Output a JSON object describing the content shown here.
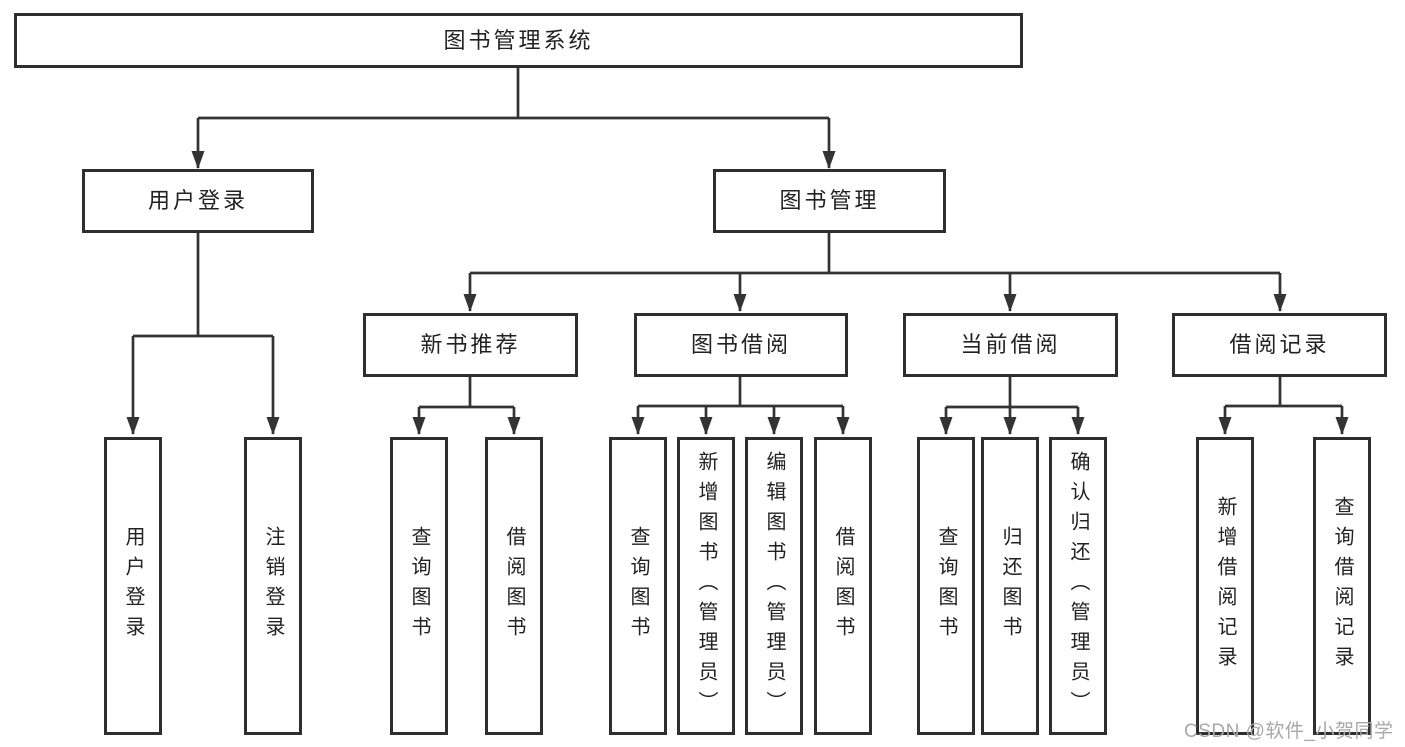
{
  "diagram": {
    "root": {
      "label": "图书管理系统",
      "children": [
        {
          "label": "用户登录",
          "children": [
            {
              "label": "用户登录"
            },
            {
              "label": "注销登录"
            }
          ]
        },
        {
          "label": "图书管理",
          "children": [
            {
              "label": "新书推荐",
              "children": [
                {
                  "label": "查询图书"
                },
                {
                  "label": "借阅图书"
                }
              ]
            },
            {
              "label": "图书借阅",
              "children": [
                {
                  "label": "查询图书"
                },
                {
                  "label": "新增图书（管理员）"
                },
                {
                  "label": "编辑图书（管理员）"
                },
                {
                  "label": "借阅图书"
                }
              ]
            },
            {
              "label": "当前借阅",
              "children": [
                {
                  "label": "查询图书"
                },
                {
                  "label": "归还图书"
                },
                {
                  "label": "确认归还（管理员）"
                }
              ]
            },
            {
              "label": "借阅记录",
              "children": [
                {
                  "label": "新增借阅记录"
                },
                {
                  "label": "查询借阅记录"
                }
              ]
            }
          ]
        }
      ]
    },
    "colors": {
      "line": "#333333",
      "box_border": "#2e2e2e",
      "text": "#222222",
      "background": "#ffffff",
      "watermark": "#a8a8a8"
    }
  },
  "watermark": {
    "text": "CSDN @软件_小贺同学"
  }
}
